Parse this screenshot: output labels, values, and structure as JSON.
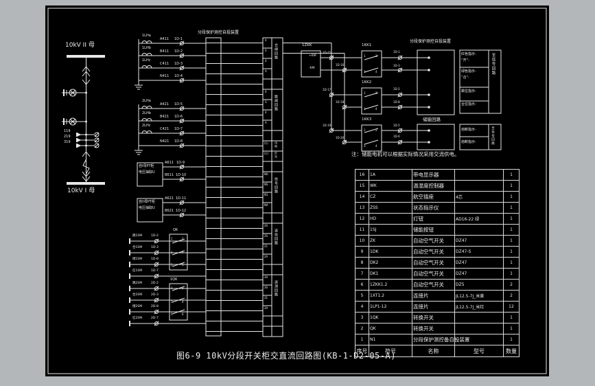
{
  "drawing": {
    "title": "图6-9 10kV分段开关柜交直流回路图(KB-1-D2-05-A)",
    "note": "注：储能电机可以根据实际情况采用交流供电。",
    "bus_top": "10kV II 母",
    "bus_bottom": "10kV I 母",
    "device_label_mid": "分段保护测控自投装置",
    "device_label_right": "分段保护测控自投装置",
    "storage_circuit_label": "储能回路"
  },
  "labels": [
    [
      93,
      189,
      "119",
      5
    ],
    [
      93,
      197,
      "219",
      5
    ],
    [
      93,
      205,
      "319",
      5
    ],
    [
      207,
      50,
      "1LHa",
      5
    ],
    [
      207,
      68,
      "1LHb",
      5
    ],
    [
      207,
      86,
      "1LHc",
      5
    ],
    [
      233,
      55,
      "A411",
      5
    ],
    [
      233,
      73,
      "B411",
      5
    ],
    [
      233,
      91,
      "C411",
      5
    ],
    [
      233,
      109,
      "N411",
      5
    ],
    [
      254,
      55,
      "1D-1",
      5
    ],
    [
      254,
      73,
      "1D-2",
      5
    ],
    [
      254,
      91,
      "1D-3",
      5
    ],
    [
      254,
      109,
      "1D-4",
      5
    ],
    [
      207,
      145,
      "2LHa",
      5
    ],
    [
      207,
      163,
      "2LHb",
      5
    ],
    [
      207,
      181,
      "2LHc",
      5
    ],
    [
      233,
      150,
      "A421",
      5
    ],
    [
      233,
      168,
      "B421",
      5
    ],
    [
      233,
      186,
      "C421",
      5
    ],
    [
      233,
      204,
      "N421",
      5
    ],
    [
      254,
      150,
      "1D-5",
      5
    ],
    [
      254,
      168,
      "1D-6",
      5
    ],
    [
      254,
      186,
      "1D-7",
      5
    ],
    [
      254,
      204,
      "1D-8",
      5
    ],
    [
      202,
      240,
      "自I母PT柜",
      5
    ],
    [
      202,
      249,
      "电压抽取U",
      5
    ],
    [
      240,
      235,
      "A611",
      5
    ],
    [
      240,
      253,
      "B611",
      5
    ],
    [
      257,
      235,
      "1D-9",
      5
    ],
    [
      256,
      253,
      "1D-10",
      5
    ],
    [
      202,
      292,
      "自II母PT柜",
      5
    ],
    [
      202,
      301,
      "电压抽取U",
      5
    ],
    [
      240,
      287,
      "A621",
      5
    ],
    [
      240,
      305,
      "B621",
      5
    ],
    [
      256,
      287,
      "1D-11",
      5
    ],
    [
      256,
      305,
      "1D-12",
      5
    ],
    [
      193,
      342,
      "跳1SM",
      4.5
    ],
    [
      220,
      342,
      "1D-2",
      4.5
    ],
    [
      193,
      359,
      "合1SM",
      4.5
    ],
    [
      220,
      359,
      "1D-3",
      4.5
    ],
    [
      193,
      376,
      "储1SM",
      4.5
    ],
    [
      220,
      376,
      "1D-8",
      4.5
    ],
    [
      193,
      393,
      "信1SM",
      4.5
    ],
    [
      220,
      393,
      "1D-7",
      4.5
    ],
    [
      193,
      411,
      "跳2SM",
      4.5
    ],
    [
      220,
      411,
      "2D-2",
      4.5
    ],
    [
      193,
      428,
      "合2SM",
      4.5
    ],
    [
      220,
      428,
      "2D-3",
      4.5
    ],
    [
      193,
      445,
      "储2SM",
      4.5
    ],
    [
      220,
      445,
      "2D-8",
      4.5
    ],
    [
      193,
      462,
      "信2SM",
      4.5
    ],
    [
      220,
      462,
      "2D-7",
      4.5
    ],
    [
      252,
      333,
      "QK",
      5
    ],
    [
      248,
      405,
      "1QK",
      5
    ],
    [
      249,
      346,
      "1",
      4
    ],
    [
      265,
      346,
      "2",
      4
    ],
    [
      249,
      366,
      "3",
      4
    ],
    [
      265,
      366,
      "4",
      4
    ],
    [
      249,
      384,
      "5",
      4
    ],
    [
      265,
      384,
      "6",
      4
    ],
    [
      249,
      418,
      "1",
      4
    ],
    [
      265,
      418,
      "2",
      4
    ],
    [
      249,
      438,
      "3",
      4
    ],
    [
      265,
      438,
      "4",
      4
    ],
    [
      249,
      456,
      "5",
      4
    ],
    [
      265,
      456,
      "6",
      4
    ],
    [
      386,
      57,
      "0",
      4
    ],
    [
      386,
      72,
      "S",
      4
    ],
    [
      386,
      87,
      "4",
      4
    ],
    [
      386,
      102,
      "A",
      4
    ],
    [
      386,
      132,
      "0",
      4
    ],
    [
      386,
      147,
      "S",
      4
    ],
    [
      386,
      162,
      "4",
      4
    ],
    [
      386,
      177,
      "A",
      4
    ],
    [
      385,
      207,
      "(1)",
      4
    ],
    [
      385,
      222,
      "(1)'",
      4
    ],
    [
      385,
      252,
      "N0",
      4
    ],
    [
      385,
      267,
      "NS",
      4
    ],
    [
      385,
      282,
      "N1",
      4
    ],
    [
      385,
      297,
      "NA",
      4
    ],
    [
      385,
      327,
      "20",
      4
    ],
    [
      385,
      342,
      "2S",
      4
    ],
    [
      385,
      357,
      "21",
      4
    ],
    [
      385,
      372,
      "2A",
      4
    ],
    [
      385,
      402,
      "30",
      4
    ],
    [
      385,
      417,
      "3S",
      4
    ],
    [
      385,
      432,
      "31",
      4
    ],
    [
      385,
      447,
      "3A",
      4
    ],
    [
      399,
      63,
      "合闸回路",
      5,
      1
    ],
    [
      399,
      138,
      "跳闸回路",
      5,
      1
    ],
    [
      400,
      206,
      "讯响",
      4,
      1
    ],
    [
      400,
      221,
      "灯光",
      4,
      1
    ],
    [
      399,
      258,
      "信号回路",
      5,
      1
    ],
    [
      399,
      333,
      "遥信回路",
      5,
      1
    ],
    [
      399,
      408,
      "遥测回路",
      5,
      1
    ],
    [
      440,
      64,
      "1ZKK",
      5.5
    ],
    [
      450,
      80,
      "+KM",
      4.5
    ],
    [
      450,
      98,
      "-KM",
      4.5
    ],
    [
      470,
      75,
      "1D-15",
      4
    ],
    [
      489,
      93,
      "1D-16",
      4
    ],
    [
      470,
      129,
      "1D-17",
      4
    ],
    [
      489,
      147,
      "1D-18",
      4
    ],
    [
      470,
      181,
      "1D-19",
      4
    ],
    [
      489,
      199,
      "1D-20",
      4
    ],
    [
      527,
      64,
      "1KK1",
      5.5
    ],
    [
      527,
      118,
      "1KK2",
      5.5
    ],
    [
      527,
      172,
      "1KK3",
      5.5
    ],
    [
      530,
      80,
      "1",
      4
    ],
    [
      547,
      80,
      "2",
      4
    ],
    [
      530,
      103,
      "3",
      4
    ],
    [
      547,
      103,
      "4",
      4
    ],
    [
      530,
      134,
      "1",
      4
    ],
    [
      547,
      134,
      "2",
      4
    ],
    [
      530,
      157,
      "3",
      4
    ],
    [
      547,
      157,
      "4",
      4
    ],
    [
      530,
      188,
      "1",
      4
    ],
    [
      547,
      188,
      "2",
      4
    ],
    [
      530,
      211,
      "3",
      4
    ],
    [
      547,
      211,
      "4",
      4
    ],
    [
      573,
      74,
      "1D-1",
      4
    ],
    [
      573,
      94,
      "1D-3",
      4
    ],
    [
      573,
      128,
      "1D-2",
      4
    ],
    [
      573,
      147,
      "1D-8",
      4
    ],
    [
      573,
      181,
      "1D-5",
      4
    ],
    [
      573,
      197,
      "1D-6",
      4
    ],
    [
      672,
      77,
      "红色指示-",
      5
    ],
    [
      672,
      86,
      "“开”-",
      5
    ],
    [
      672,
      102,
      "绿色指示-",
      5
    ],
    [
      672,
      111,
      "“合”-",
      5
    ],
    [
      672,
      131,
      "跳位指示-",
      5
    ],
    [
      672,
      150,
      "合位指示-",
      5
    ],
    [
      672,
      187,
      "熔断指示-",
      5
    ],
    [
      672,
      205,
      "熔断指示-",
      5
    ],
    [
      715,
      77,
      "至信号回路",
      5.5,
      1
    ],
    [
      715,
      184,
      "至信号回路",
      4.5,
      1
    ]
  ],
  "table": {
    "headers": [
      "序号",
      "符号",
      "名称",
      "型号",
      "数量"
    ],
    "rows": [
      [
        "16",
        "1A",
        "带电显示器",
        "",
        "1"
      ],
      [
        "15",
        "WK",
        "温湿度控制器",
        "",
        "1"
      ],
      [
        "14",
        "CZ",
        "航空插座",
        "4芯",
        "1"
      ],
      [
        "13",
        "ZSS",
        "状态指示仪",
        "",
        "1"
      ],
      [
        "12",
        "HD",
        "灯钮",
        "AD16-22 绿",
        "1"
      ],
      [
        "11",
        "1SJ",
        "储能按钮",
        "",
        "1"
      ],
      [
        "10",
        "ZK",
        "自动空气开关",
        "DZ47",
        "1"
      ],
      [
        "9",
        "1DK",
        "自动空气开关",
        "DZ47-S",
        "1"
      ],
      [
        "8",
        "DK2",
        "自动空气开关",
        "DZ47",
        "1"
      ],
      [
        "7",
        "DK1",
        "自动空气开关",
        "DZ47",
        "1"
      ],
      [
        "6",
        "1ZKK1.2",
        "自动空气开关",
        "DZ5",
        "2"
      ],
      [
        "5",
        "1XT1.2",
        "连接片",
        "JL12.5-7J_米黄",
        "2"
      ],
      [
        "4",
        "1LP1-12",
        "连接片",
        "JL12.5-7J_米红",
        "12"
      ],
      [
        "3",
        "1QK",
        "转换开关",
        "",
        "1"
      ],
      [
        "2",
        "QK",
        "转换开关",
        "",
        "1"
      ],
      [
        "1",
        "N1",
        "分段保护测控备自投装置",
        "",
        "1"
      ]
    ]
  }
}
